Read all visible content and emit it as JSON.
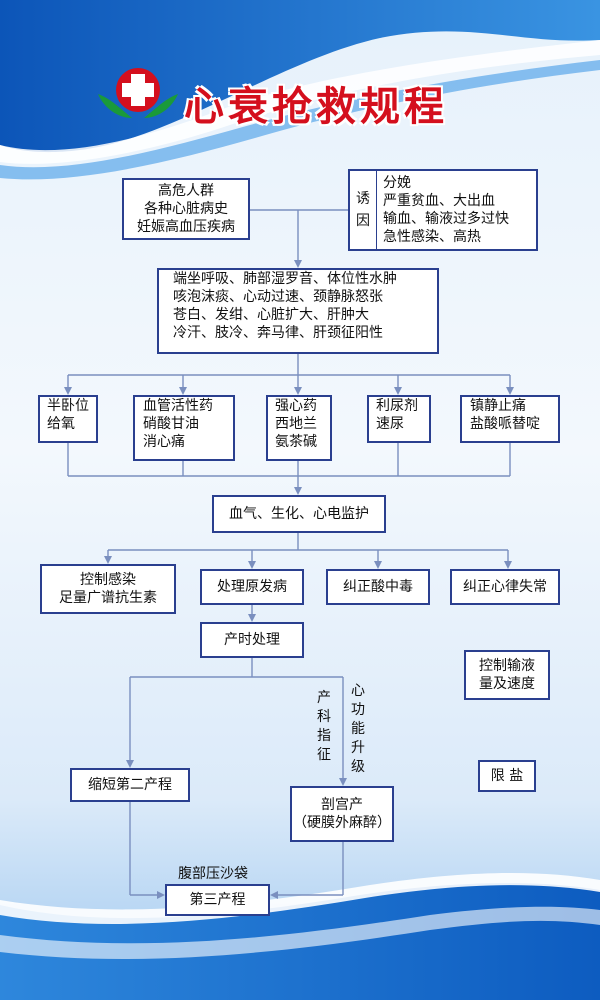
{
  "title": "心衰抢救规程",
  "risk_group": [
    "高危人群",
    "各种心脏病史",
    "妊娠高血压疾病"
  ],
  "triggers": {
    "label": [
      "诱",
      "因"
    ],
    "items": [
      "分娩",
      "严重贫血、大出血",
      "输血、输液过多过快",
      "急性感染、高热"
    ]
  },
  "symptoms": [
    "端坐呼吸、肺部湿罗音、体位性水肿",
    "咳泡沫痰、心动过速、颈静脉怒张",
    "苍白、发绀、心脏扩大、肝肿大",
    "冷汗、肢冷、奔马律、肝颈征阳性"
  ],
  "treatments": [
    [
      "半卧位",
      "给氧"
    ],
    [
      "血管活性药",
      "硝酸甘油",
      "消心痛"
    ],
    [
      "强心药",
      "西地兰",
      "氨茶碱"
    ],
    [
      "利尿剂",
      "速尿"
    ],
    [
      "镇静止痛",
      "盐酸哌替啶"
    ]
  ],
  "monitoring": "血气、生化、心电监护",
  "followups": [
    [
      "控制感染",
      "足量广谱抗生素"
    ],
    [
      "处理原发病"
    ],
    [
      "纠正酸中毒"
    ],
    [
      "纠正心律失常"
    ]
  ],
  "labor_management": "产时处理",
  "fluid_control": [
    "控制输液",
    "量及速度"
  ],
  "salt_limit": "限 盐",
  "obstetric_indication": "产科指征",
  "cardiac_function_upgrade": "心功能升级",
  "shorten_second_stage": "缩短第二产程",
  "cesarean": [
    "剖宫产",
    "（硬膜外麻醉）"
  ],
  "abdominal_sandbag": "腹部压沙袋",
  "third_stage": "第三产程",
  "colors": {
    "title": "#d40f1d",
    "border": "#2a3f8f",
    "lines": "#7a8fbf",
    "background_top": "#1a6fd0",
    "background_mid": "#dbeaf9"
  }
}
